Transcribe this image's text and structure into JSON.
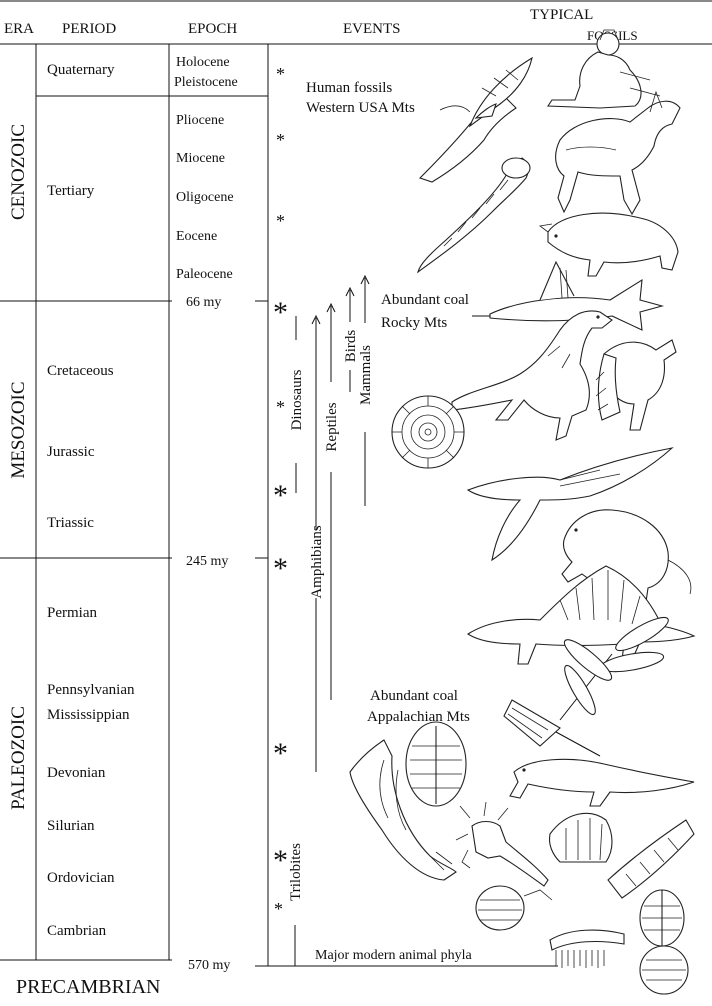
{
  "headers": {
    "era": "ERA",
    "period": "PERIOD",
    "epoch": "EPOCH",
    "events": "EVENTS",
    "fossils_line1": "TYPICAL",
    "fossils_line2": "FOSSILS"
  },
  "eras": {
    "cenozoic": "CENOZOIC",
    "mesozoic": "MESOZOIC",
    "paleozoic": "PALEOZOIC",
    "precambrian": "PRECAMBRIAN"
  },
  "periods": {
    "quaternary": "Quaternary",
    "tertiary": "Tertiary",
    "cretaceous": "Cretaceous",
    "jurassic": "Jurassic",
    "triassic": "Triassic",
    "permian": "Permian",
    "pennsylvanian": "Pennsylvanian",
    "mississippian": "Mississippian",
    "devonian": "Devonian",
    "silurian": "Silurian",
    "ordovician": "Ordovician",
    "cambrian": "Cambrian"
  },
  "epochs": {
    "holocene": "Holocene",
    "pleistocene": "Pleistocene",
    "pliocene": "Pliocene",
    "miocene": "Miocene",
    "oligocene": "Oligocene",
    "eocene": "Eocene",
    "paleocene": "Paleocene"
  },
  "boundaries": {
    "b66": "66 my",
    "b245": "245 my",
    "b570": "570 my"
  },
  "events": {
    "human_line1": "Human fossils",
    "human_line2": "Western USA Mts",
    "coal_rocky_line1": "Abundant coal",
    "coal_rocky_line2": "Rocky Mts",
    "coal_app_line1": "Abundant coal",
    "coal_app_line2": "Appalachian Mts",
    "phyla": "Major modern animal phyla",
    "asterisk": "*"
  },
  "lineages": {
    "trilobites": "Trilobites",
    "amphibians": "Amphibians",
    "reptiles": "Reptiles",
    "dinosaurs": "Dinosaurs",
    "mammals": "Mammals",
    "birds": "Birds"
  },
  "fossil_icons": [
    "human-figure-icon",
    "eagle-icon",
    "horse-icon",
    "snail-shell-icon",
    "early-mammal-icon",
    "swordfish-icon",
    "dinosaur-icon",
    "archaeopteryx-icon",
    "ammonite-icon",
    "pterosaur-icon",
    "rodent-icon",
    "dimetrodon-icon",
    "dragonfly-icon",
    "crinoid-icon",
    "trilobite-icon",
    "amphibian-icon",
    "armored-fish-icon",
    "eurypterid-icon",
    "cone-shell-icon",
    "brachiopod-icon"
  ]
}
